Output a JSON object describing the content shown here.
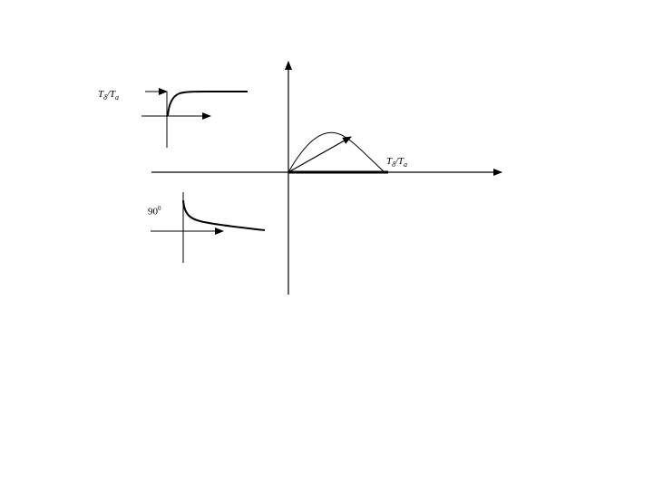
{
  "labels": {
    "top_left": {
      "a": "T",
      "a_sub": "δ",
      "sep": "/T",
      "b_sub": "a"
    },
    "right": {
      "a": "T",
      "a_sub": "δ",
      "sep": "/T",
      "b_sub": "a"
    },
    "degree": {
      "num": "90",
      "sup": "0"
    }
  }
}
